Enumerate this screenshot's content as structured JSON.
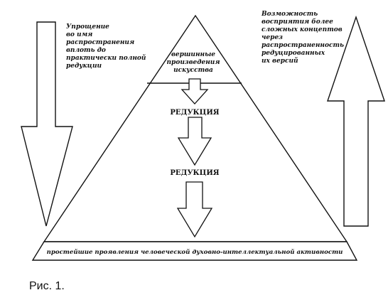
{
  "diagram": {
    "top_label": [
      "вершинные",
      "произведения",
      "искусства"
    ],
    "reduction_labels": [
      "РЕДУКЦИЯ",
      "РЕДУКЦИЯ"
    ],
    "base_label": "простейшие проявления человеческой духовно-интеллектуальной активности",
    "left_note": [
      "Упрощение",
      "во имя",
      "распространения",
      "вплоть до",
      "практически полной",
      "редукции"
    ],
    "right_note": [
      "Возможность",
      "восприятия более",
      "сложных концептов",
      "через",
      "распространенность",
      "редуцированных",
      "их  версий"
    ]
  },
  "caption": "Рис. 1."
}
